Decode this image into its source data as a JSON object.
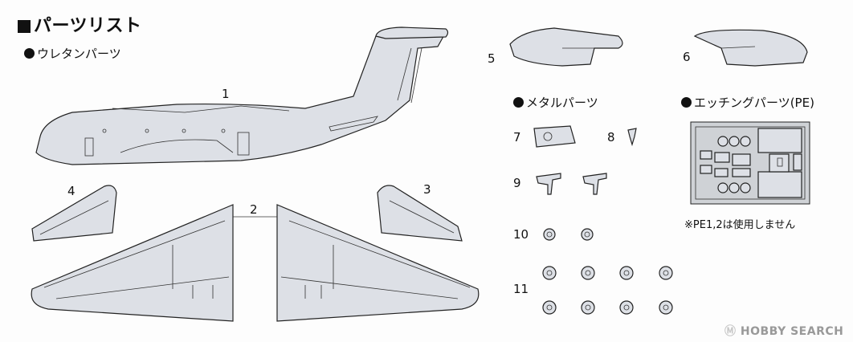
{
  "header": {
    "title": "パーツリスト"
  },
  "sections": {
    "urethane": "ウレタンパーツ",
    "metal": "メタルパーツ",
    "etching": "エッチングパーツ(PE)"
  },
  "part_numbers": {
    "p1": "1",
    "p2": "2",
    "p3": "3",
    "p4": "4",
    "p5": "5",
    "p6": "6",
    "p7": "7",
    "p8": "8",
    "p9": "9",
    "p10": "10",
    "p11": "11"
  },
  "notes": {
    "pe_note": "※PE1,2は使用しません"
  },
  "watermark": {
    "symbol": "Ⓜ",
    "brand": "HOBBY SEARCH"
  }
}
